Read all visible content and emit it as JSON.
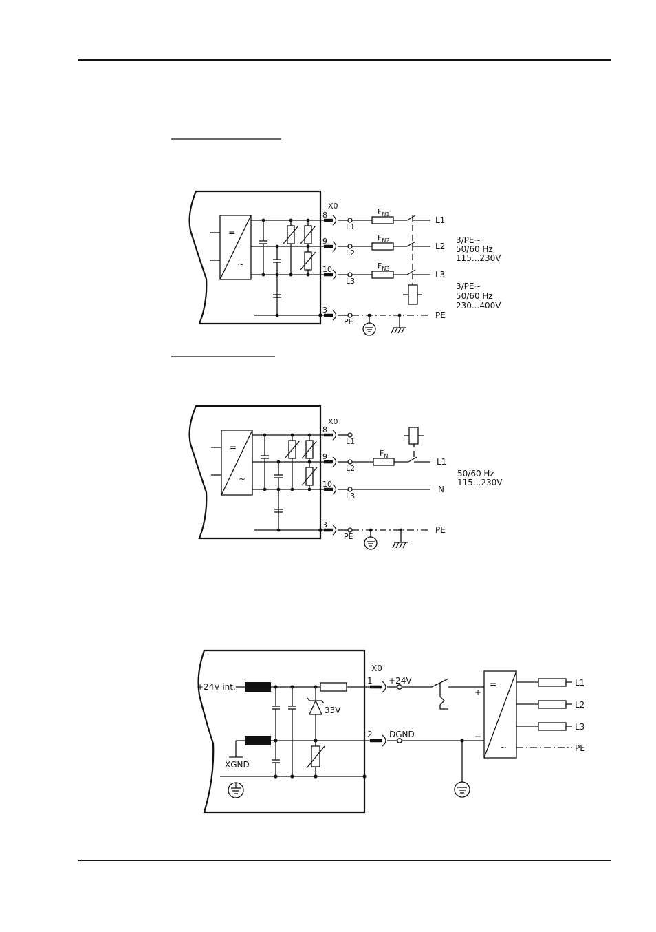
{
  "diagram1": {
    "connector": "X0",
    "pins": [
      "8",
      "9",
      "10",
      "3"
    ],
    "terminals": [
      "L1",
      "L2",
      "L3",
      "PE"
    ],
    "fuses": [
      {
        "main": "F",
        "sub": "N1"
      },
      {
        "main": "F",
        "sub": "N2"
      },
      {
        "main": "F",
        "sub": "N3"
      }
    ],
    "lines": [
      "L1",
      "L2",
      "L3",
      "PE"
    ],
    "supply_a": [
      "3/PE~",
      "50/60  Hz",
      "115...230V"
    ],
    "supply_b": [
      "3/PE~",
      "50/60  Hz",
      "230...400V"
    ]
  },
  "diagram2": {
    "connector": "X0",
    "pins": [
      "8",
      "9",
      "10",
      "3"
    ],
    "terminals": [
      "L1",
      "L2",
      "L3",
      "PE"
    ],
    "fuse": {
      "main": "F",
      "sub": "N"
    },
    "lines": [
      "L1",
      "N",
      "PE"
    ],
    "supply": [
      "50/60  Hz",
      "115...230V"
    ]
  },
  "diagram3": {
    "connector": "X0",
    "internal_supply": "+24V int.",
    "internal_ground": "XGND",
    "zener_label": "33V",
    "pins": [
      "1",
      "2"
    ],
    "terminals": [
      "+24V",
      "DGND"
    ],
    "plus_sign": "+",
    "minus_sign": "−",
    "lines": [
      "L1",
      "L2",
      "L3",
      "PE"
    ]
  },
  "symbols": {
    "equals": "=",
    "tilde": "~"
  }
}
